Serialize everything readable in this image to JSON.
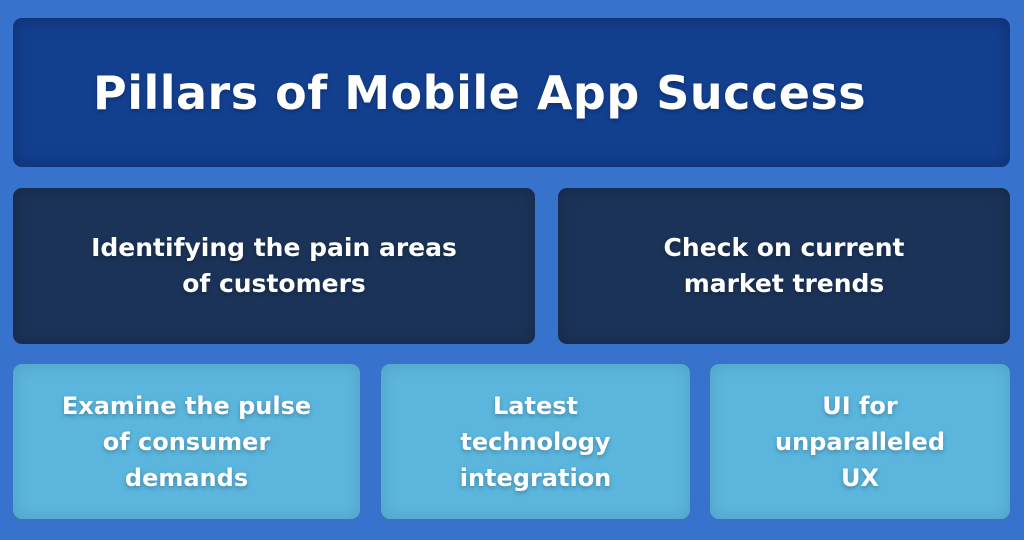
{
  "title": "Pillars of Mobile App Success",
  "pillars_row1": [
    {
      "text": "Identifying the pain areas\nof customers"
    },
    {
      "text": "Check on current\nmarket trends"
    }
  ],
  "pillars_row2": [
    {
      "text": "Examine the pulse\nof consumer\ndemands"
    },
    {
      "text": "Latest\ntechnology\nintegration"
    },
    {
      "text": "UI for\nunparalleled\nUX"
    }
  ],
  "colors": {
    "background": "#3773cc",
    "title_box": "#133f8f",
    "dark_box": "#1b3358",
    "light_box": "#5bb5dc",
    "text": "#ffffff"
  }
}
